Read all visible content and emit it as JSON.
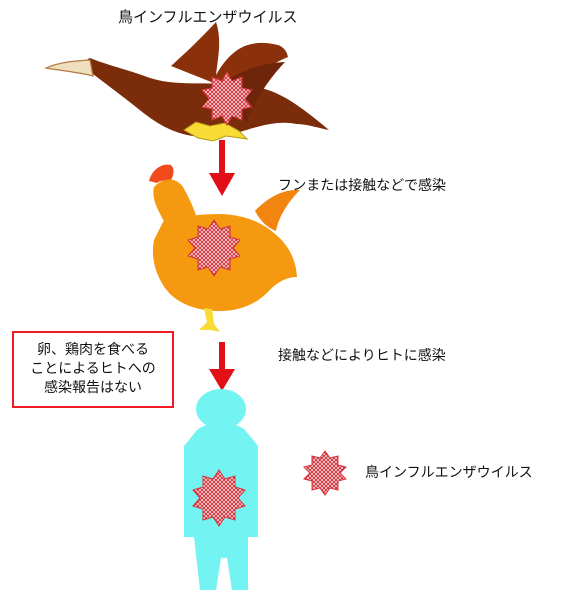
{
  "title": "鳥インフルエンザウイルス",
  "labels": {
    "transmission_birds": "フンまたは接触などで感染",
    "transmission_human": "接触などによりヒトに感染"
  },
  "note": {
    "text": "卵、鶏肉を食べる\nことによるヒトへの\n感染報告はない"
  },
  "legend": {
    "label": "鳥インフルエンザウイルス"
  },
  "colors": {
    "arrow": "#e20f17",
    "note_border": "#ef1d23",
    "virus_fill": "#f5e7ea",
    "virus_outline": "#d63139",
    "bird_body": "#7b2d0b",
    "bird_highlight": "#9b3a0f",
    "chicken_body": "#f59a10",
    "chicken_comb": "#f04a1d",
    "human": "#74f3f3",
    "feet": "#f8db35"
  }
}
